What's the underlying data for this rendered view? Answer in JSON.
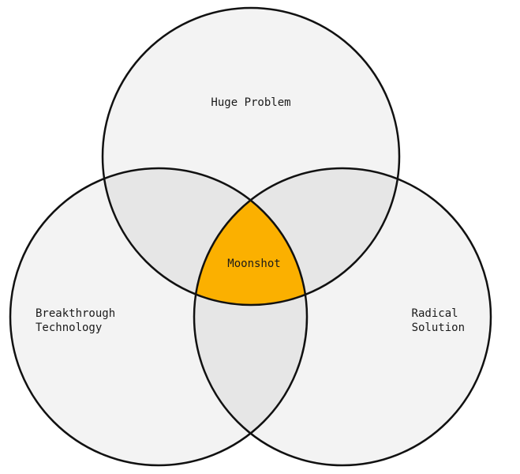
{
  "diagram": {
    "type": "venn",
    "sets": [
      {
        "id": "top",
        "label": [
          "Huge Problem"
        ]
      },
      {
        "id": "left",
        "label": [
          "Breakthrough",
          "Technology"
        ]
      },
      {
        "id": "right",
        "label": [
          "Radical",
          "Solution"
        ]
      }
    ],
    "center_label": "Moonshot",
    "colors": {
      "circle_fill": "#f3f3f3",
      "pair_overlap_fill": "#e6e6e6",
      "center_fill": "#fbb000",
      "stroke": "#111111"
    }
  }
}
